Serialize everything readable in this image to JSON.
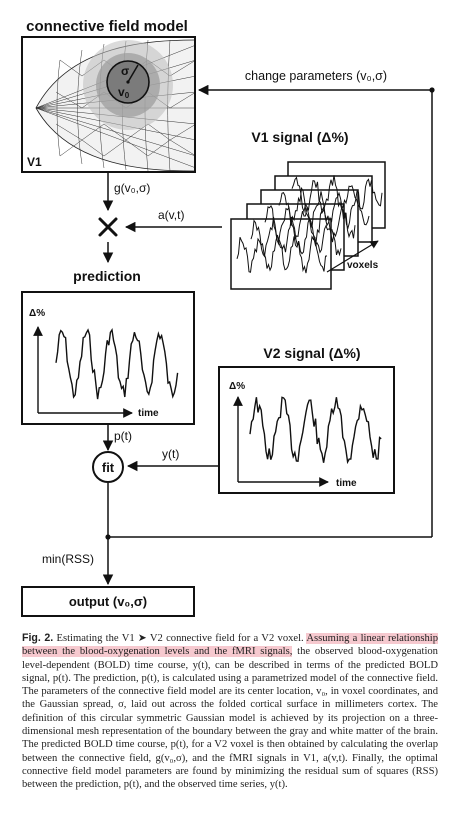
{
  "diagram": {
    "model_title": "connective field model",
    "v1_label": "V1",
    "sigma_symbol": "σ",
    "v0_symbol": "v",
    "v0_subscript": "0",
    "change_params": "change parameters (v₀,σ)",
    "g_label": "g(v₀,σ)",
    "a_label": "a(v,t)",
    "v1_signal_title": "V1 signal (Δ%)",
    "voxels_label": "voxels",
    "prediction_title": "prediction",
    "pred_y_label": "Δ%",
    "pred_x_label": "time",
    "v2_signal_title": "V2 signal (Δ%)",
    "v2_y_label": "Δ%",
    "v2_x_label": "time",
    "p_label": "p(t)",
    "y_label": "y(t)",
    "fit_label": "fit",
    "min_label": "min(RSS)",
    "output_label": "output (v₀,σ)"
  },
  "caption": {
    "fig_label": "Fig. 2.",
    "part1": " Estimating the V1 ➤ V2 connective field for a V2 voxel. ",
    "highlight": "Assuming a linear relationship between the blood-oxygenation levels and the fMRI signals,",
    "part2": " the observed blood-oxygenation level-dependent (BOLD) time course, y(t), can be described in terms of the predicted BOLD signal, p(t). The prediction, p(t), is calculated using a parametrized model of the connective field. The parameters of the connective field model are its center location, v₀, in voxel coordinates, and the Gaussian spread, σ, laid out across the folded cortical surface in millimeters cortex. The definition of this circular symmetric Gaussian model is achieved by its projection on a three-dimensional mesh representation of the boundary between the gray and white matter of the brain. The predicted BOLD time course, p(t), for a V2 voxel is then obtained by calculating the overlap between the connective field, g(v₀,σ), and the fMRI signals in V1, a(v,t). Finally, the optimal connective field model parameters are found by minimizing the residual sum of squares (RSS) between the prediction, p(t), and the observed time series, y(t)."
  }
}
